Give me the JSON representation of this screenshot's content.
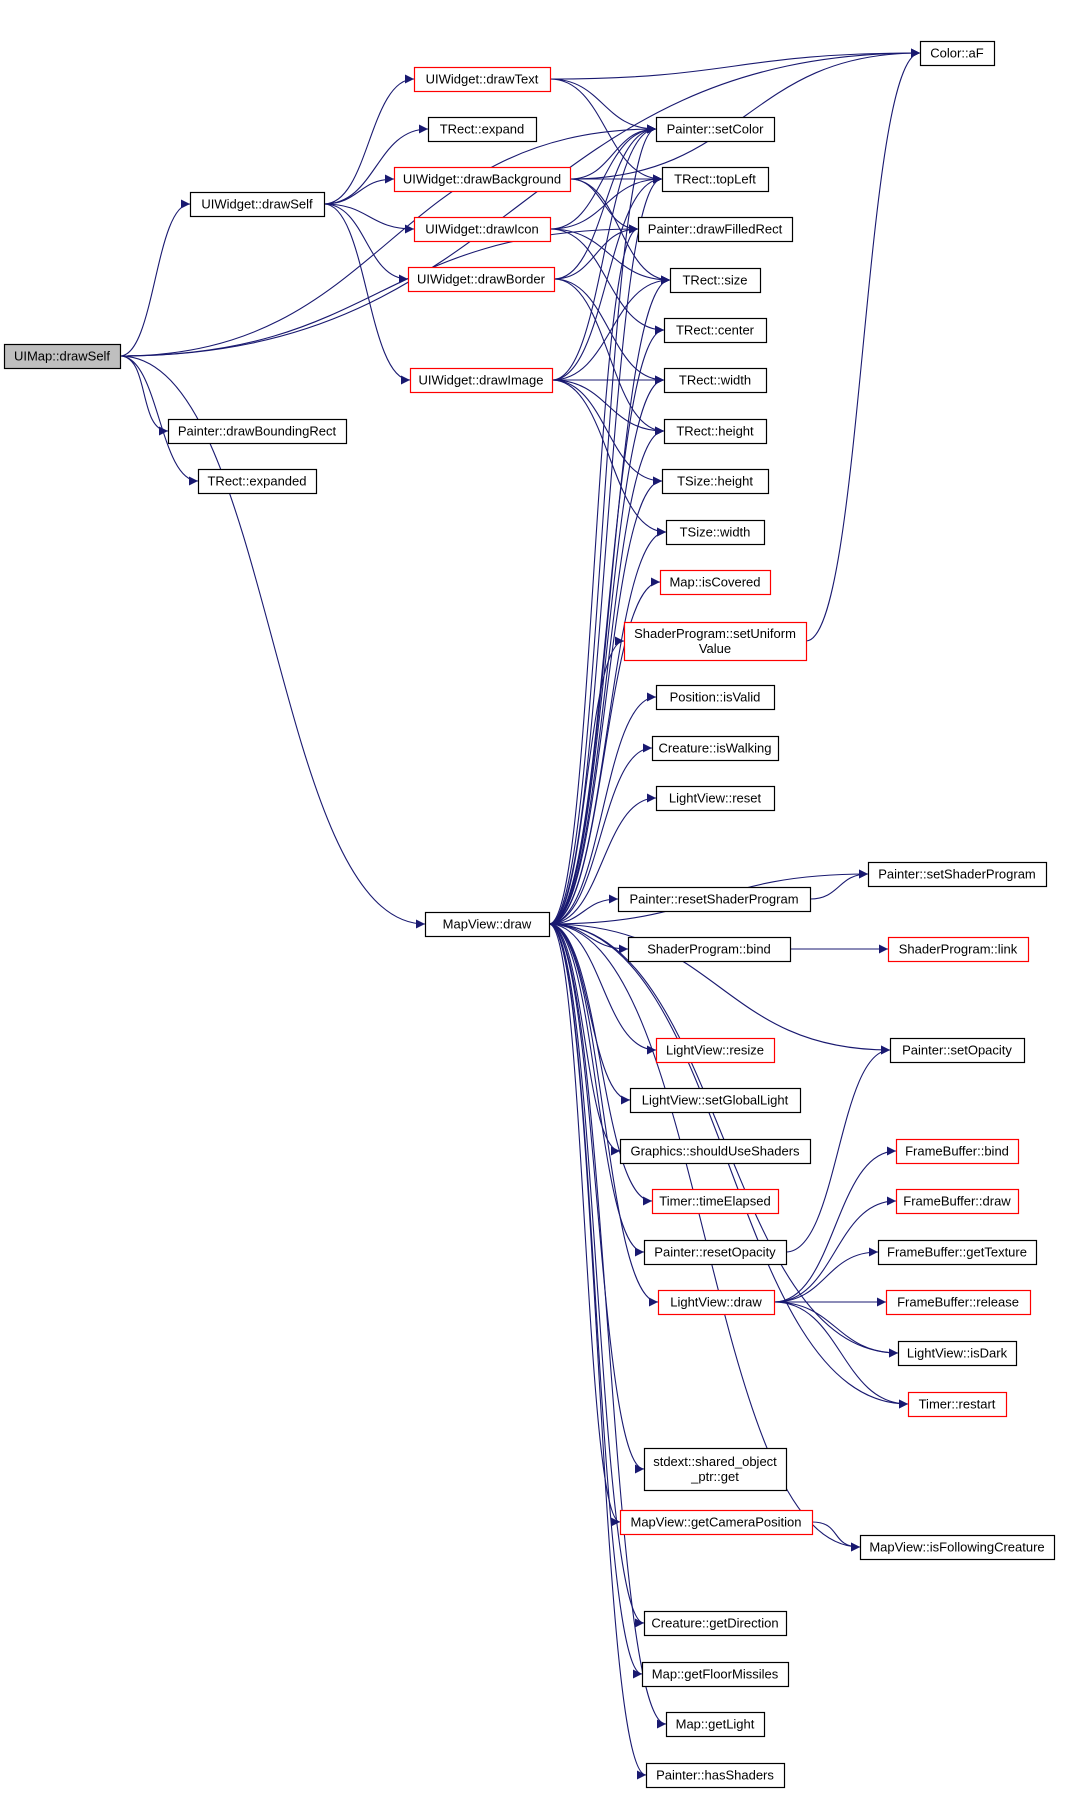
{
  "colors": {
    "edge": "#191970",
    "box_normal": "#000000",
    "box_external": "#ff0000",
    "box_root_fill": "#bfbfbf",
    "box_fill": "#ffffff"
  },
  "nodes": {
    "uimap_drawself": {
      "lines": [
        "UIMap::drawSelf"
      ],
      "kind": "root"
    },
    "uiwidget_drawself": {
      "lines": [
        "UIWidget::drawSelf"
      ],
      "kind": "normal"
    },
    "uiwidget_drawtext": {
      "lines": [
        "UIWidget::drawText"
      ],
      "kind": "external"
    },
    "trect_expand": {
      "lines": [
        "TRect::expand"
      ],
      "kind": "normal"
    },
    "uiwidget_drawbackground": {
      "lines": [
        "UIWidget::drawBackground"
      ],
      "kind": "external"
    },
    "uiwidget_drawicon": {
      "lines": [
        "UIWidget::drawIcon"
      ],
      "kind": "external"
    },
    "uiwidget_drawborder": {
      "lines": [
        "UIWidget::drawBorder"
      ],
      "kind": "external"
    },
    "uiwidget_drawimage": {
      "lines": [
        "UIWidget::drawImage"
      ],
      "kind": "external"
    },
    "painter_drawboundingrect": {
      "lines": [
        "Painter::drawBoundingRect"
      ],
      "kind": "normal"
    },
    "trect_expanded": {
      "lines": [
        "TRect::expanded"
      ],
      "kind": "normal"
    },
    "color_af": {
      "lines": [
        "Color::aF"
      ],
      "kind": "normal"
    },
    "painter_setcolor": {
      "lines": [
        "Painter::setColor"
      ],
      "kind": "normal"
    },
    "trect_topleft": {
      "lines": [
        "TRect::topLeft"
      ],
      "kind": "normal"
    },
    "painter_drawfilledrect": {
      "lines": [
        "Painter::drawFilledRect"
      ],
      "kind": "normal"
    },
    "trect_size": {
      "lines": [
        "TRect::size"
      ],
      "kind": "normal"
    },
    "trect_center": {
      "lines": [
        "TRect::center"
      ],
      "kind": "normal"
    },
    "trect_width": {
      "lines": [
        "TRect::width"
      ],
      "kind": "normal"
    },
    "trect_height": {
      "lines": [
        "TRect::height"
      ],
      "kind": "normal"
    },
    "tsize_height": {
      "lines": [
        "TSize::height"
      ],
      "kind": "normal"
    },
    "tsize_width": {
      "lines": [
        "TSize::width"
      ],
      "kind": "normal"
    },
    "map_iscovered": {
      "lines": [
        "Map::isCovered"
      ],
      "kind": "external"
    },
    "shaderprogram_setuniformvalue": {
      "lines": [
        "ShaderProgram::setUniform",
        "Value"
      ],
      "kind": "external"
    },
    "position_isvalid": {
      "lines": [
        "Position::isValid"
      ],
      "kind": "normal"
    },
    "creature_iswalking": {
      "lines": [
        "Creature::isWalking"
      ],
      "kind": "normal"
    },
    "lightview_reset": {
      "lines": [
        "LightView::reset"
      ],
      "kind": "normal"
    },
    "mapview_draw": {
      "lines": [
        "MapView::draw"
      ],
      "kind": "normal"
    },
    "painter_resetshaderprogram": {
      "lines": [
        "Painter::resetShaderProgram"
      ],
      "kind": "normal"
    },
    "painter_setshaderprogram": {
      "lines": [
        "Painter::setShaderProgram"
      ],
      "kind": "normal"
    },
    "shaderprogram_bind": {
      "lines": [
        "ShaderProgram::bind"
      ],
      "kind": "normal"
    },
    "shaderprogram_link": {
      "lines": [
        "ShaderProgram::link"
      ],
      "kind": "external"
    },
    "lightview_resize": {
      "lines": [
        "LightView::resize"
      ],
      "kind": "external"
    },
    "painter_setopacity": {
      "lines": [
        "Painter::setOpacity"
      ],
      "kind": "normal"
    },
    "lightview_setgloballight": {
      "lines": [
        "LightView::setGlobalLight"
      ],
      "kind": "normal"
    },
    "graphics_shouldusesshaders": {
      "lines": [
        "Graphics::shouldUseShaders"
      ],
      "kind": "normal"
    },
    "framebuffer_bind": {
      "lines": [
        "FrameBuffer::bind"
      ],
      "kind": "external"
    },
    "timer_timeelapsed": {
      "lines": [
        "Timer::timeElapsed"
      ],
      "kind": "external"
    },
    "framebuffer_draw": {
      "lines": [
        "FrameBuffer::draw"
      ],
      "kind": "external"
    },
    "painter_resetopacity": {
      "lines": [
        "Painter::resetOpacity"
      ],
      "kind": "normal"
    },
    "framebuffer_gettexture": {
      "lines": [
        "FrameBuffer::getTexture"
      ],
      "kind": "normal"
    },
    "lightview_draw": {
      "lines": [
        "LightView::draw"
      ],
      "kind": "external"
    },
    "framebuffer_release": {
      "lines": [
        "FrameBuffer::release"
      ],
      "kind": "external"
    },
    "lightview_isdark": {
      "lines": [
        "LightView::isDark"
      ],
      "kind": "normal"
    },
    "timer_restart": {
      "lines": [
        "Timer::restart"
      ],
      "kind": "external"
    },
    "stdext_shared_object_ptr_get": {
      "lines": [
        "stdext::shared_object",
        "_ptr::get"
      ],
      "kind": "normal"
    },
    "mapview_getcameraposition": {
      "lines": [
        "MapView::getCameraPosition"
      ],
      "kind": "external"
    },
    "mapview_isfollowingcreature": {
      "lines": [
        "MapView::isFollowingCreature"
      ],
      "kind": "normal"
    },
    "creature_getdirection": {
      "lines": [
        "Creature::getDirection"
      ],
      "kind": "normal"
    },
    "map_getfloormissiles": {
      "lines": [
        "Map::getFloorMissiles"
      ],
      "kind": "normal"
    },
    "map_getlight": {
      "lines": [
        "Map::getLight"
      ],
      "kind": "normal"
    },
    "painter_hasshaders": {
      "lines": [
        "Painter::hasShaders"
      ],
      "kind": "normal"
    }
  },
  "edges": [
    [
      "uimap_drawself",
      "uiwidget_drawself"
    ],
    [
      "uimap_drawself",
      "color_af"
    ],
    [
      "uimap_drawself",
      "painter_setcolor"
    ],
    [
      "uimap_drawself",
      "painter_drawfilledrect"
    ],
    [
      "uimap_drawself",
      "painter_drawboundingrect"
    ],
    [
      "uimap_drawself",
      "trect_expanded"
    ],
    [
      "uimap_drawself",
      "mapview_draw"
    ],
    [
      "uiwidget_drawself",
      "uiwidget_drawtext"
    ],
    [
      "uiwidget_drawself",
      "trect_expand"
    ],
    [
      "uiwidget_drawself",
      "uiwidget_drawbackground"
    ],
    [
      "uiwidget_drawself",
      "uiwidget_drawicon"
    ],
    [
      "uiwidget_drawself",
      "uiwidget_drawborder"
    ],
    [
      "uiwidget_drawself",
      "uiwidget_drawimage"
    ],
    [
      "uiwidget_drawtext",
      "color_af"
    ],
    [
      "uiwidget_drawtext",
      "painter_setcolor"
    ],
    [
      "uiwidget_drawtext",
      "trect_topleft"
    ],
    [
      "uiwidget_drawbackground",
      "color_af"
    ],
    [
      "uiwidget_drawbackground",
      "painter_setcolor"
    ],
    [
      "uiwidget_drawbackground",
      "trect_topleft"
    ],
    [
      "uiwidget_drawbackground",
      "painter_drawfilledrect"
    ],
    [
      "uiwidget_drawbackground",
      "trect_size"
    ],
    [
      "uiwidget_drawicon",
      "painter_setcolor"
    ],
    [
      "uiwidget_drawicon",
      "trect_topleft"
    ],
    [
      "uiwidget_drawicon",
      "trect_size"
    ],
    [
      "uiwidget_drawicon",
      "trect_center"
    ],
    [
      "uiwidget_drawborder",
      "painter_setcolor"
    ],
    [
      "uiwidget_drawborder",
      "painter_drawfilledrect"
    ],
    [
      "uiwidget_drawborder",
      "trect_width"
    ],
    [
      "uiwidget_drawborder",
      "trect_height"
    ],
    [
      "uiwidget_drawimage",
      "painter_setcolor"
    ],
    [
      "uiwidget_drawimage",
      "trect_topleft"
    ],
    [
      "uiwidget_drawimage",
      "trect_size"
    ],
    [
      "uiwidget_drawimage",
      "trect_width"
    ],
    [
      "uiwidget_drawimage",
      "trect_height"
    ],
    [
      "uiwidget_drawimage",
      "tsize_height"
    ],
    [
      "uiwidget_drawimage",
      "tsize_width"
    ],
    [
      "mapview_draw",
      "painter_setcolor"
    ],
    [
      "mapview_draw",
      "trect_topleft"
    ],
    [
      "mapview_draw",
      "painter_drawfilledrect"
    ],
    [
      "mapview_draw",
      "trect_size"
    ],
    [
      "mapview_draw",
      "trect_center"
    ],
    [
      "mapview_draw",
      "trect_width"
    ],
    [
      "mapview_draw",
      "trect_height"
    ],
    [
      "mapview_draw",
      "tsize_height"
    ],
    [
      "mapview_draw",
      "tsize_width"
    ],
    [
      "mapview_draw",
      "map_iscovered"
    ],
    [
      "mapview_draw",
      "shaderprogram_setuniformvalue"
    ],
    [
      "mapview_draw",
      "position_isvalid"
    ],
    [
      "mapview_draw",
      "creature_iswalking"
    ],
    [
      "mapview_draw",
      "lightview_reset"
    ],
    [
      "mapview_draw",
      "painter_setshaderprogram"
    ],
    [
      "mapview_draw",
      "painter_resetshaderprogram"
    ],
    [
      "mapview_draw",
      "shaderprogram_bind"
    ],
    [
      "mapview_draw",
      "painter_setopacity"
    ],
    [
      "mapview_draw",
      "lightview_resize"
    ],
    [
      "mapview_draw",
      "lightview_setgloballight"
    ],
    [
      "mapview_draw",
      "graphics_shouldusesshaders"
    ],
    [
      "mapview_draw",
      "timer_timeelapsed"
    ],
    [
      "mapview_draw",
      "painter_resetopacity"
    ],
    [
      "mapview_draw",
      "lightview_draw"
    ],
    [
      "mapview_draw",
      "lightview_isdark"
    ],
    [
      "mapview_draw",
      "timer_restart"
    ],
    [
      "mapview_draw",
      "stdext_shared_object_ptr_get"
    ],
    [
      "mapview_draw",
      "mapview_getcameraposition"
    ],
    [
      "mapview_draw",
      "mapview_isfollowingcreature"
    ],
    [
      "mapview_draw",
      "creature_getdirection"
    ],
    [
      "mapview_draw",
      "map_getfloormissiles"
    ],
    [
      "mapview_draw",
      "map_getlight"
    ],
    [
      "mapview_draw",
      "painter_hasshaders"
    ],
    [
      "shaderprogram_setuniformvalue",
      "color_af"
    ],
    [
      "painter_resetshaderprogram",
      "painter_setshaderprogram"
    ],
    [
      "shaderprogram_bind",
      "shaderprogram_link"
    ],
    [
      "painter_resetopacity",
      "painter_setopacity"
    ],
    [
      "lightview_draw",
      "framebuffer_bind"
    ],
    [
      "lightview_draw",
      "framebuffer_draw"
    ],
    [
      "lightview_draw",
      "framebuffer_gettexture"
    ],
    [
      "lightview_draw",
      "framebuffer_release"
    ],
    [
      "lightview_draw",
      "lightview_isdark"
    ],
    [
      "lightview_draw",
      "timer_restart"
    ],
    [
      "mapview_getcameraposition",
      "mapview_isfollowingcreature"
    ]
  ]
}
